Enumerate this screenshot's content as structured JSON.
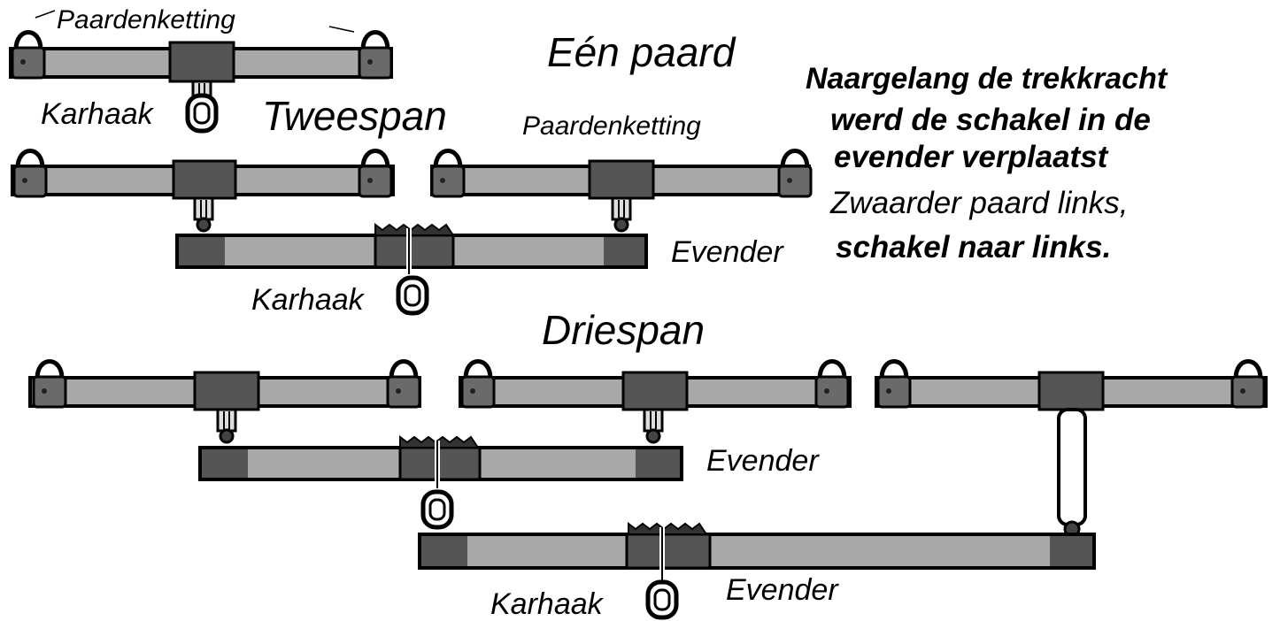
{
  "labels": {
    "paardenketting_top": "Paardenketting",
    "paardenketting_mid": "Paardenketting",
    "een_paard": "Eén paard",
    "karhaak_top": "Karhaak",
    "tweespan": "Tweespan",
    "evender_1": "Evender",
    "karhaak_mid": "Karhaak",
    "driespan": "Driespan",
    "evender_2": "Evender",
    "evender_3": "Evender",
    "karhaak_bottom": "Karhaak"
  },
  "note": {
    "line1": "Naargelang de trekkracht",
    "line2": "werd de schakel in de",
    "line3": "evender verplaatst",
    "line4": "Zwaarder paard links,",
    "line5": "schakel naar links."
  },
  "colors": {
    "bar_light": "#a9a9a9",
    "bar_dark": "#555555",
    "outline": "#000000",
    "background": "#ffffff"
  }
}
